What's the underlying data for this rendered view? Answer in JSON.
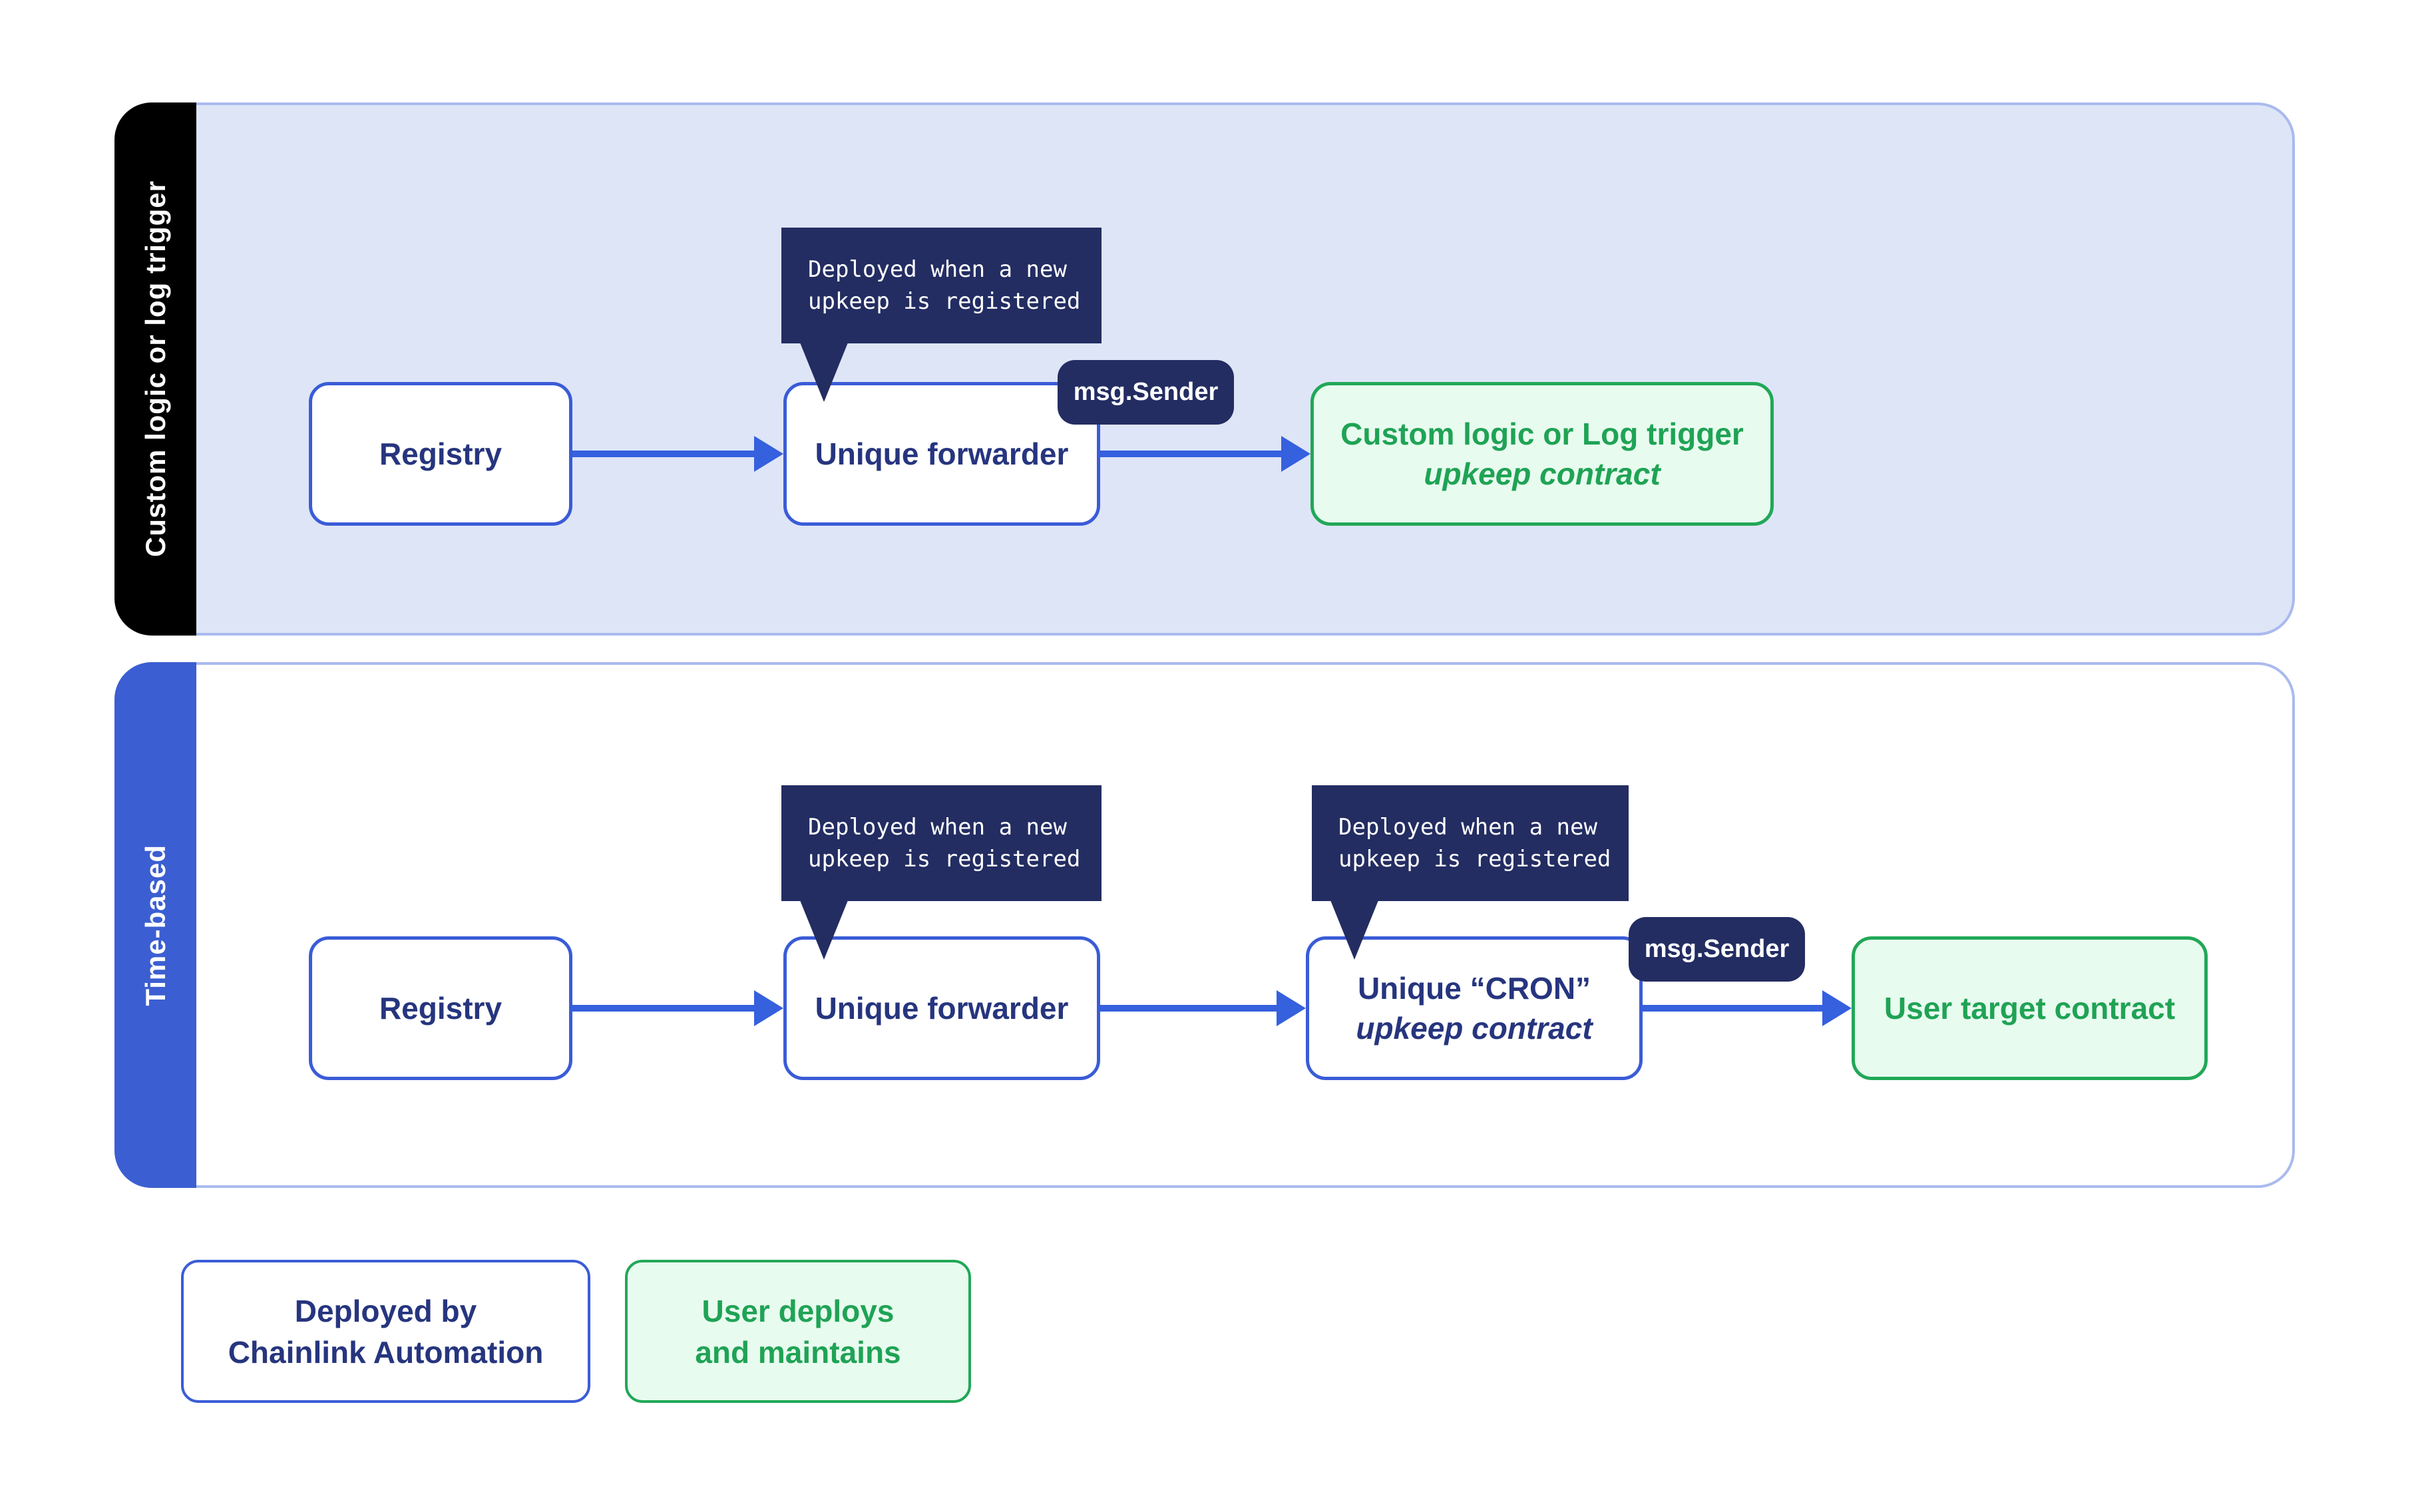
{
  "colors": {
    "navy_panel": "#232d62",
    "navy_text": "#26357e",
    "box_border_blue": "#3a5cd7",
    "arrow_blue": "#3560de",
    "lane_border": "#a9baee",
    "lane_custom_bg": "#dee5f7",
    "strip_custom_bg": "#000000",
    "strip_time_bg": "#3b5ed2",
    "green_border": "#21a857",
    "green_text": "#1fa355",
    "green_bg": "#e8fbef"
  },
  "tooltip": {
    "line1": "Deployed when a new",
    "line2": "upkeep is registered"
  },
  "lane_custom": {
    "label": "Custom logic or log trigger",
    "registry": "Registry",
    "forwarder": "Unique forwarder",
    "badge": "msg.Sender",
    "contract": {
      "line1": "Custom logic or Log trigger",
      "line2": "upkeep contract"
    }
  },
  "lane_time": {
    "label": "Time-based",
    "registry": "Registry",
    "forwarder": "Unique forwarder",
    "badge": "msg.Sender",
    "cron": {
      "line1": "Unique “CRON”",
      "line2": "upkeep contract"
    },
    "target": "User target contract"
  },
  "legend": {
    "chainlink": {
      "line1": "Deployed by",
      "line2": "Chainlink Automation"
    },
    "user": {
      "line1": "User deploys",
      "line2": "and maintains"
    }
  }
}
